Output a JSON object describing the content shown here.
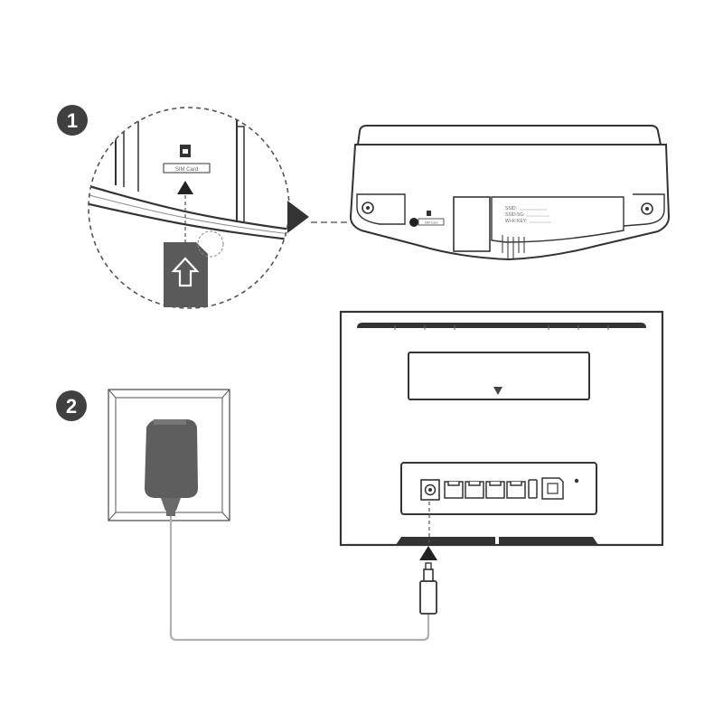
{
  "steps": [
    {
      "number": "1"
    },
    {
      "number": "2"
    }
  ],
  "sim_slot": {
    "label": "SIM Card"
  },
  "router_bottom": {
    "slot_label": "SIM Card",
    "info_lines": [
      "SSID:",
      "SSID-5G:",
      "Wi-Fi KEY:"
    ]
  },
  "colors": {
    "outline": "#333333",
    "badge": "#404040",
    "sim_card": "#5a5a5a",
    "adapter": "#5e5e5e",
    "cable": "#b0b0b0",
    "dashed": "#666666"
  },
  "icons": [
    "sim-icon",
    "arrow-up-icon",
    "arrow-right-icon",
    "triangle-down-icon",
    "power-adapter-icon",
    "dc-plug-icon"
  ]
}
